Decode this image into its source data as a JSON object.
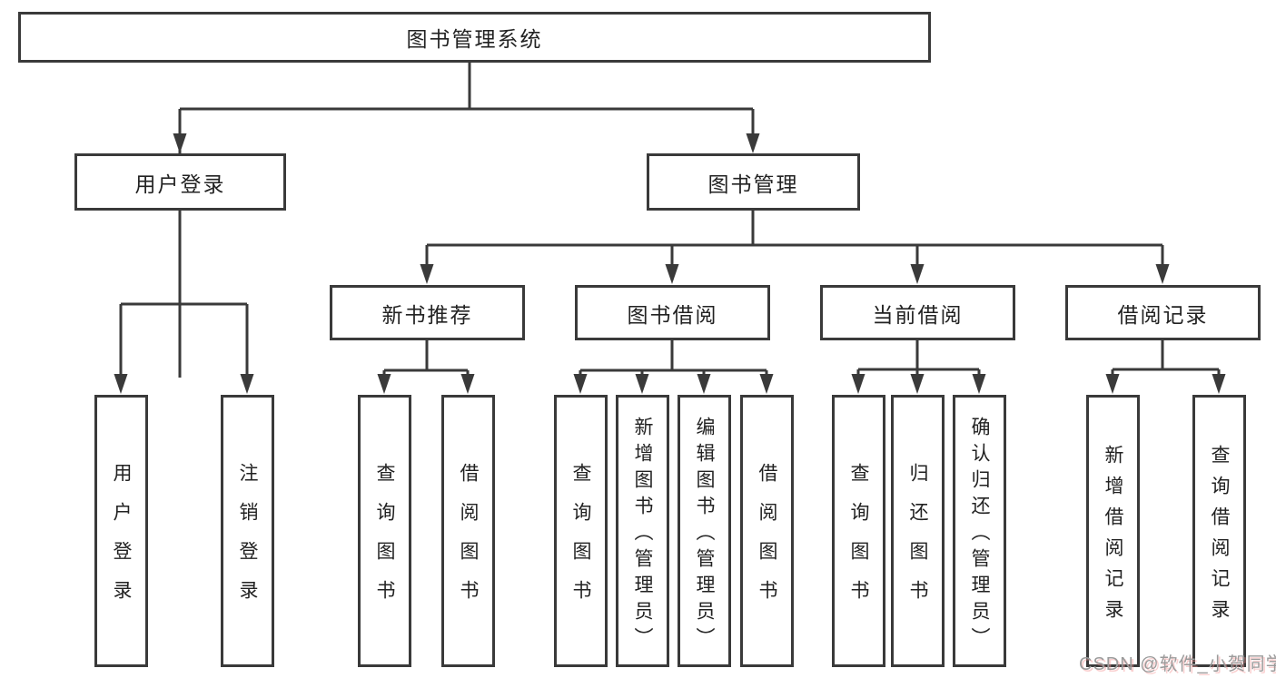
{
  "diagram": {
    "type": "hierarchy-tree",
    "root": {
      "label": "图书管理系统"
    },
    "level2": [
      {
        "label": "用户登录",
        "parent": "图书管理系统"
      },
      {
        "label": "图书管理",
        "parent": "图书管理系统"
      }
    ],
    "level3": [
      {
        "label": "新书推荐",
        "parent": "图书管理"
      },
      {
        "label": "图书借阅",
        "parent": "图书管理"
      },
      {
        "label": "当前借阅",
        "parent": "图书管理"
      },
      {
        "label": "借阅记录",
        "parent": "图书管理"
      }
    ],
    "leaves": [
      {
        "label": "用户登录",
        "parent": "用户登录"
      },
      {
        "label": "注销登录",
        "parent": "用户登录"
      },
      {
        "label": "查询图书",
        "parent": "新书推荐"
      },
      {
        "label": "借阅图书",
        "parent": "新书推荐"
      },
      {
        "label": "查询图书",
        "parent": "图书借阅"
      },
      {
        "label": "新增图书（管理员）",
        "parent": "图书借阅"
      },
      {
        "label": "编辑图书（管理员）",
        "parent": "图书借阅"
      },
      {
        "label": "借阅图书",
        "parent": "图书借阅"
      },
      {
        "label": "查询图书",
        "parent": "当前借阅"
      },
      {
        "label": "归还图书",
        "parent": "当前借阅"
      },
      {
        "label": "确认归还（管理员）",
        "parent": "当前借阅"
      },
      {
        "label": "新增借阅记录",
        "parent": "借阅记录"
      },
      {
        "label": "查询借阅记录",
        "parent": "借阅记录"
      }
    ],
    "watermark": "CSDN @软件_小贺同学",
    "colors": {
      "line": "#3a3a3a",
      "text": "#222222",
      "background": "#ffffff",
      "watermark_text": "#9b9b9b",
      "watermark_shadow": "#f5b8b8"
    }
  }
}
